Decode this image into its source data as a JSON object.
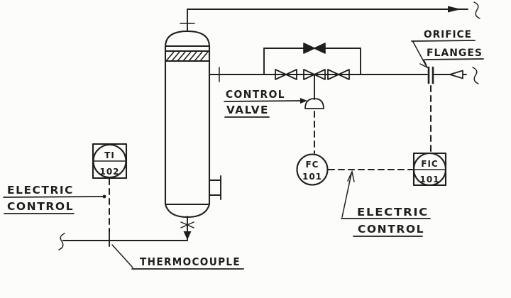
{
  "colors": {
    "ink": "#1f1f1f",
    "paper": "#fcfcfa"
  },
  "instruments": {
    "ti": {
      "tag": "TI",
      "number": "102"
    },
    "fc": {
      "tag": "FC",
      "number": "101"
    },
    "fic": {
      "tag": "FIC",
      "number": "101"
    }
  },
  "labels": {
    "electric_control_left": {
      "line1": "ELECTRIC",
      "line2": "CONTROL"
    },
    "control_valve": {
      "line1": "CONTROL",
      "line2": "VALVE"
    },
    "orifice_flanges": {
      "line1": "ORIFICE",
      "line2": "FLANGES"
    },
    "electric_control_right": {
      "line1": "ELECTRIC",
      "line2": "CONTROL"
    },
    "thermocouple": {
      "text": "THERMOCOUPLE"
    }
  }
}
